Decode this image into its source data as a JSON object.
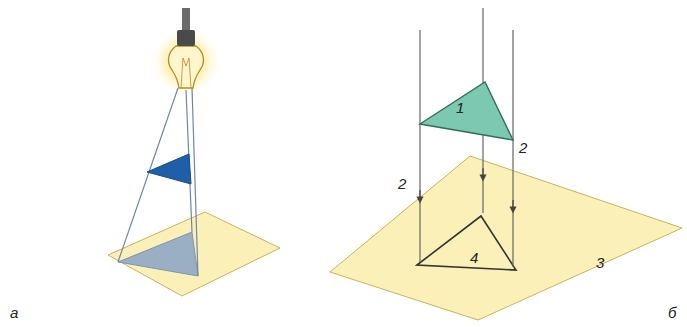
{
  "diagram": {
    "labels": [
      "1",
      "2",
      "2",
      "3",
      "4",
      "а",
      "б"
    ]
  }
}
